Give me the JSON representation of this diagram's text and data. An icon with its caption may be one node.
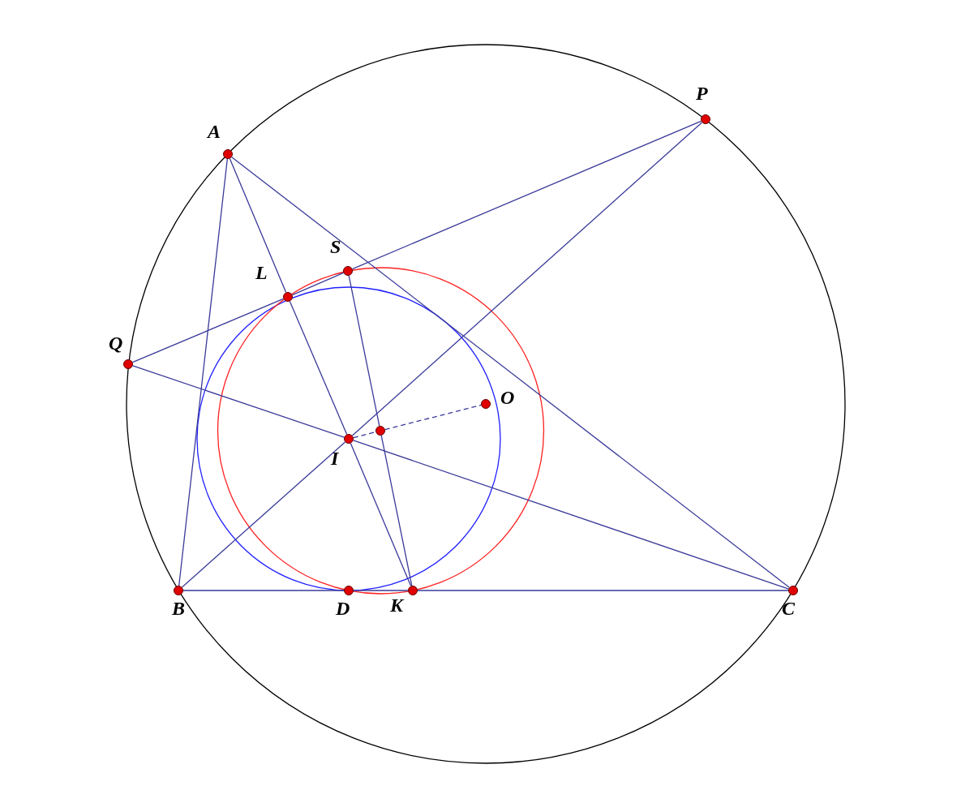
{
  "diagram": {
    "nodes": [
      {
        "text": [],
        "shape": "circle",
        "beside": [
          "P"
        ]
      },
      {
        "text": [],
        "shape": "circle",
        "beside": [
          "A"
        ]
      },
      {
        "text": [],
        "shape": "circle",
        "beside": [
          "S"
        ]
      },
      {
        "text": [],
        "shape": "circle",
        "beside": [
          "L"
        ]
      },
      {
        "text": [],
        "shape": "circle",
        "beside": [
          "Q"
        ]
      },
      {
        "text": [],
        "shape": "circle",
        "beside": [
          "O"
        ]
      },
      {
        "text": [],
        "shape": "circle"
      },
      {
        "text": [],
        "shape": "circle",
        "beside": [
          "I"
        ]
      },
      {
        "text": [],
        "shape": "circle",
        "beside": [
          "B"
        ]
      },
      {
        "text": [],
        "shape": "circle",
        "beside": [
          "D"
        ]
      },
      {
        "text": [],
        "shape": "circle",
        "beside": [
          "K"
        ]
      },
      {
        "text": [],
        "shape": "circle",
        "beside": [
          "C"
        ]
      }
    ],
    "edges": [
      {
        "from": 1,
        "to": 8,
        "arrow": "none"
      },
      {
        "from": 1,
        "to": 3,
        "arrow": "none"
      },
      {
        "from": 3,
        "to": 7,
        "arrow": "none"
      },
      {
        "from": 7,
        "to": 10,
        "arrow": "none"
      },
      {
        "from": 1,
        "to": 11,
        "arrow": "none"
      },
      {
        "from": 8,
        "to": 9,
        "arrow": "none"
      },
      {
        "from": 9,
        "to": 10,
        "arrow": "none"
      },
      {
        "from": 10,
        "to": 11,
        "arrow": "none"
      },
      {
        "from": 8,
        "to": 7,
        "arrow": "none"
      },
      {
        "from": 7,
        "to": 0,
        "arrow": "none"
      },
      {
        "from": 4,
        "to": 7,
        "arrow": "none"
      },
      {
        "from": 7,
        "to": 11,
        "arrow": "none"
      },
      {
        "from": 4,
        "to": 3,
        "arrow": "none"
      },
      {
        "from": 3,
        "to": 2,
        "arrow": "none"
      },
      {
        "from": 2,
        "to": 0,
        "arrow": "none"
      },
      {
        "from": 2,
        "to": 6,
        "arrow": "none"
      },
      {
        "from": 6,
        "to": 10,
        "arrow": "none"
      },
      {
        "from": 7,
        "to": 6,
        "arrow": "none",
        "style": "dashed"
      },
      {
        "from": 6,
        "to": 5,
        "arrow": "none",
        "style": "dashed"
      }
    ]
  }
}
